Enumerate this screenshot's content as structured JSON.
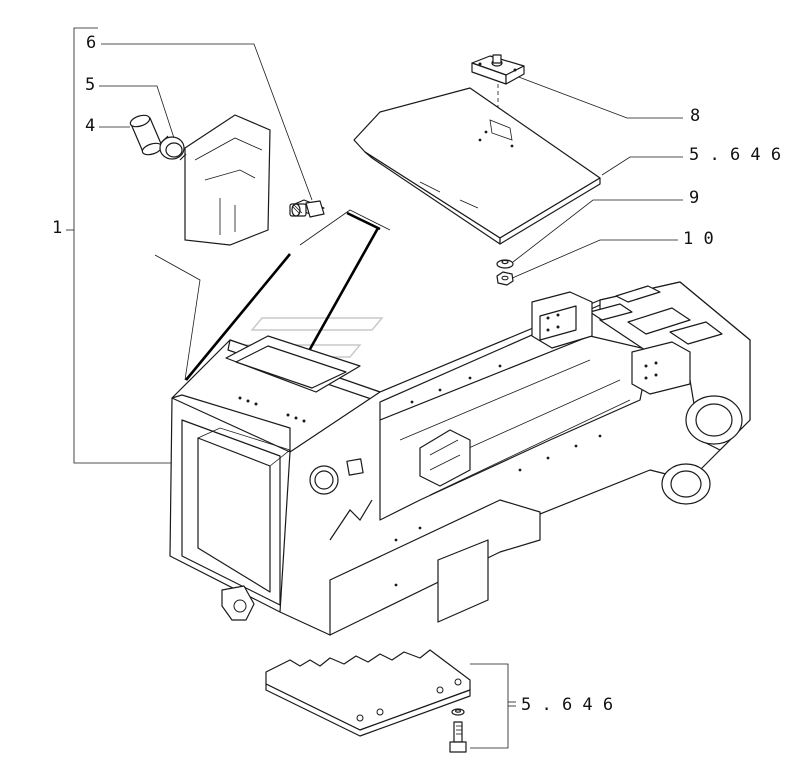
{
  "diagram": {
    "callouts": {
      "c1": "1",
      "c4": "4",
      "c5": "5",
      "c6": "6",
      "c8": "8",
      "c9": "9",
      "c10": "1 0",
      "ref_top": "5 . 6 4 6",
      "ref_bottom": "5 . 6 4 6"
    },
    "parts": [
      {
        "ref": "1",
        "icon": "main-frame"
      },
      {
        "ref": "4",
        "icon": "bushing"
      },
      {
        "ref": "5",
        "icon": "ring"
      },
      {
        "ref": "6",
        "icon": "grease-fitting"
      },
      {
        "ref": "8",
        "icon": "bracket-plate"
      },
      {
        "ref": "9",
        "icon": "washer"
      },
      {
        "ref": "10",
        "icon": "nut"
      }
    ],
    "colors": {
      "line": "#1a1a1a",
      "watermark": "#c8c8c8",
      "background": "#ffffff"
    }
  }
}
